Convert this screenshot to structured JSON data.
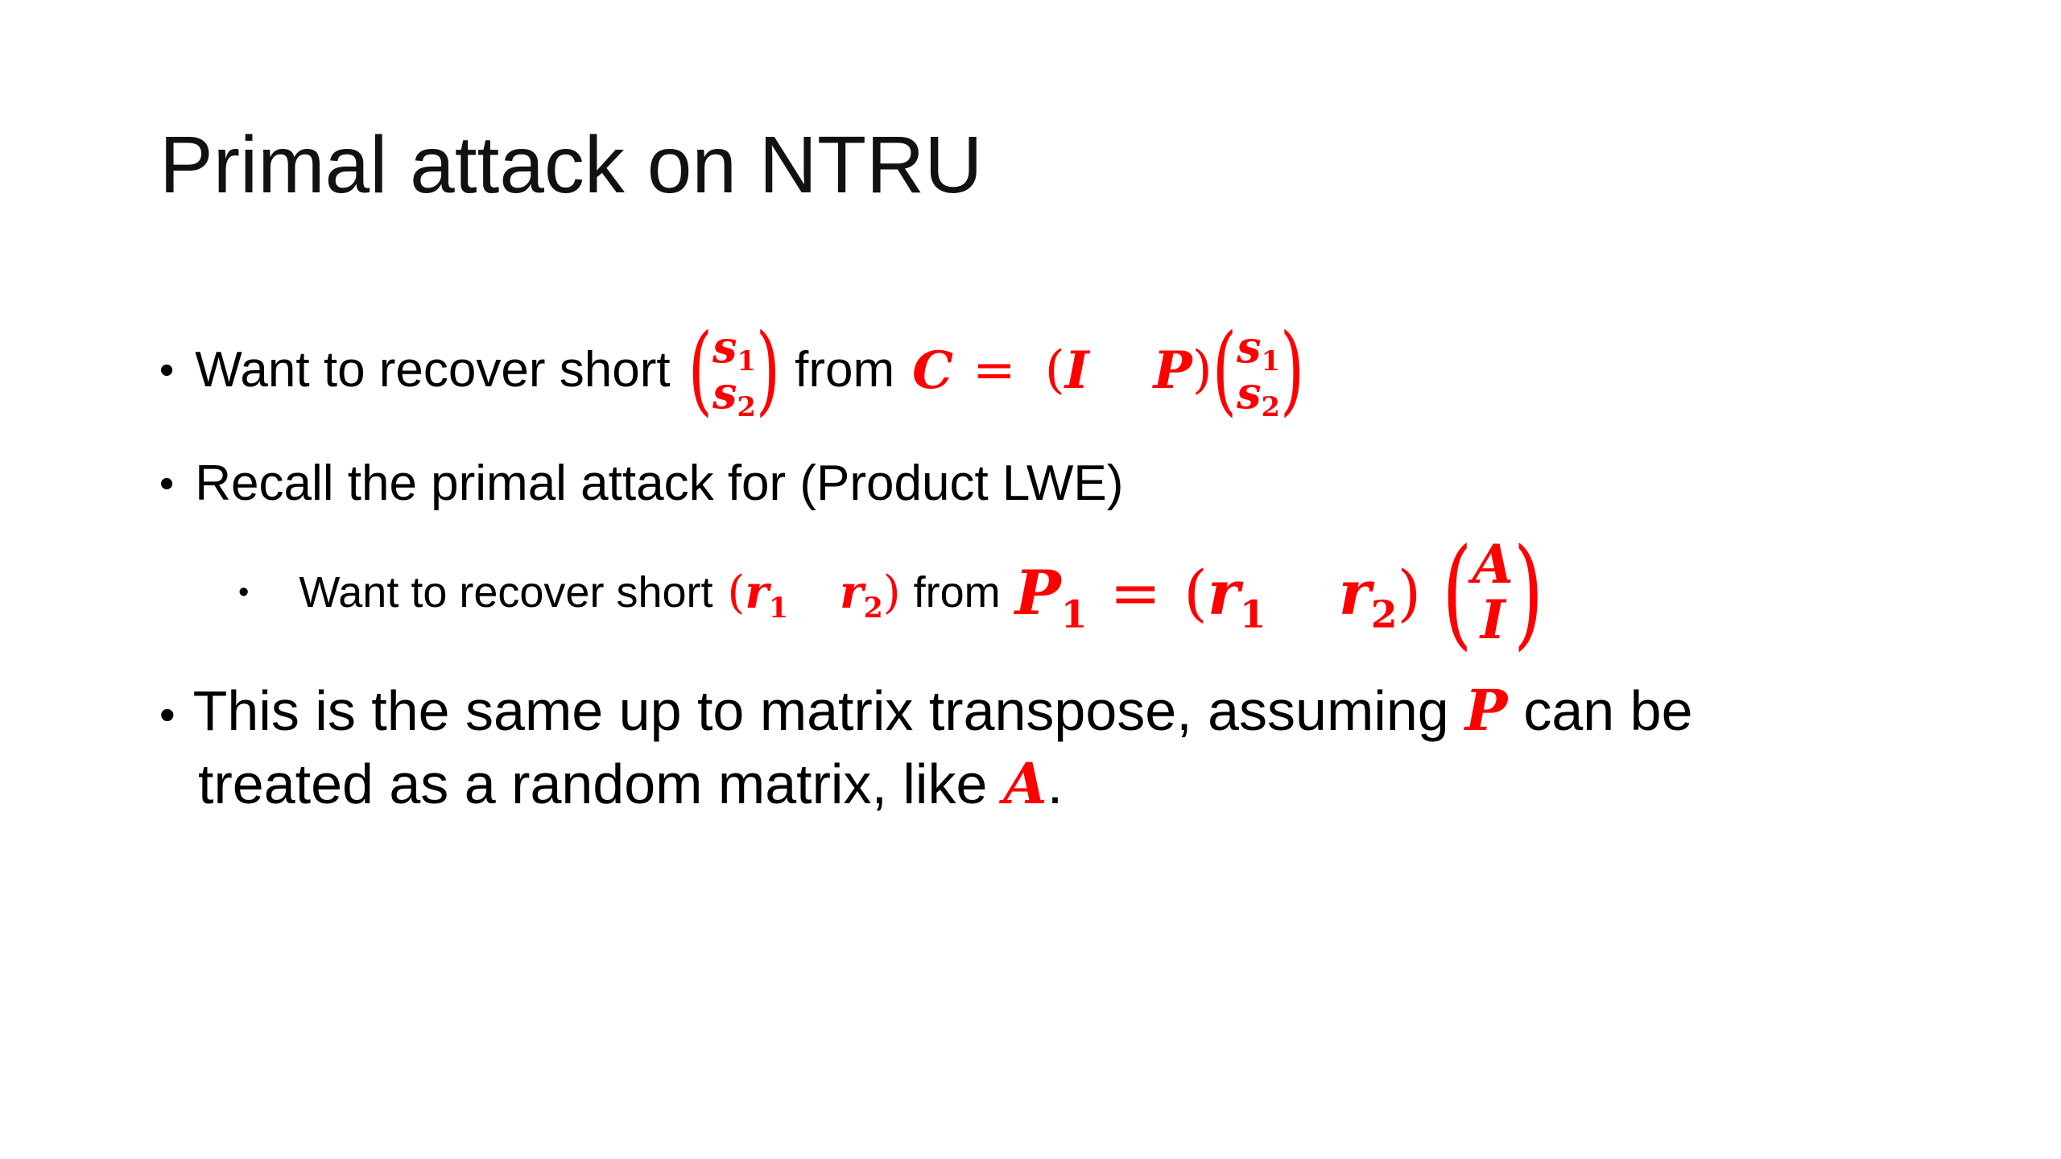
{
  "slide": {
    "title": "Primal attack on NTRU",
    "bullet_glyph": "•",
    "bullet1": {
      "text_a": "Want to recover short",
      "vec_top": "s",
      "vec_top_sub": "1",
      "vec_bottom": "s",
      "vec_bottom_sub": "2",
      "text_b": "from",
      "eq_lhs": "C",
      "eq_sign": "=",
      "open_paren": "(",
      "mat_a": "I",
      "mat_b": "P",
      "close_paren": ")",
      "vec2_top": "s",
      "vec2_top_sub": "1",
      "vec2_bottom": "s",
      "vec2_bottom_sub": "2"
    },
    "bullet2": {
      "text": "Recall the primal attack for (Product LWE)"
    },
    "subbullet": {
      "text_a": "Want to recover short",
      "open_paren": "(",
      "r1": "r",
      "r1_sub": "1",
      "r2": "r",
      "r2_sub": "2",
      "close_paren": ")",
      "text_b": "from",
      "eq_lhs": "P",
      "eq_lhs_sub": "1",
      "eq_sign": "=",
      "open_paren2": "(",
      "r1b": "r",
      "r1b_sub": "1",
      "r2b": "r",
      "r2b_sub": "2",
      "close_paren2": ")",
      "vec_top": "A",
      "vec_bottom": "I"
    },
    "bullet3": {
      "line1_a": "This is the same up to matrix transpose, assuming",
      "line1_var": "P",
      "line1_b": "can be",
      "line2_a": "treated as a random matrix, like",
      "line2_var": "A",
      "line2_b": "."
    },
    "colors": {
      "math": "#ff0000",
      "text": "#000000",
      "background": "#ffffff"
    }
  }
}
